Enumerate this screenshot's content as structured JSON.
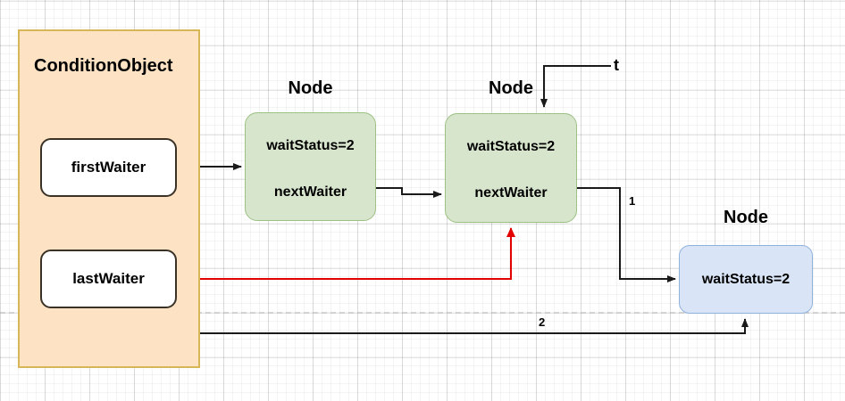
{
  "diagram": {
    "title_container": "ConditionObject",
    "container": {
      "fields": [
        {
          "name": "first-waiter",
          "label": "firstWaiter"
        },
        {
          "name": "last-waiter",
          "label": "lastWaiter"
        }
      ]
    },
    "nodes": [
      {
        "id": "node-1",
        "heading": "Node",
        "color": "#d7e5cd",
        "lines": [
          "waitStatus=2",
          "nextWaiter"
        ]
      },
      {
        "id": "node-2",
        "heading": "Node",
        "color": "#d7e5cd",
        "lines": [
          "waitStatus=2",
          "nextWaiter"
        ]
      },
      {
        "id": "node-3",
        "heading": "Node",
        "color": "#d9e5f7",
        "lines": [
          "waitStatus=2"
        ]
      }
    ],
    "edge_labels": {
      "t": "t",
      "one": "1",
      "two": "2"
    },
    "colors": {
      "container_fill": "#fde3c4",
      "container_stroke": "#d6b656",
      "green_fill": "#d7e5cd",
      "green_stroke": "#9dc184",
      "blue_fill": "#d9e5f7",
      "blue_stroke": "#8fb2dd",
      "arrow_black": "#1a1a1a",
      "arrow_red": "#e30000"
    }
  }
}
